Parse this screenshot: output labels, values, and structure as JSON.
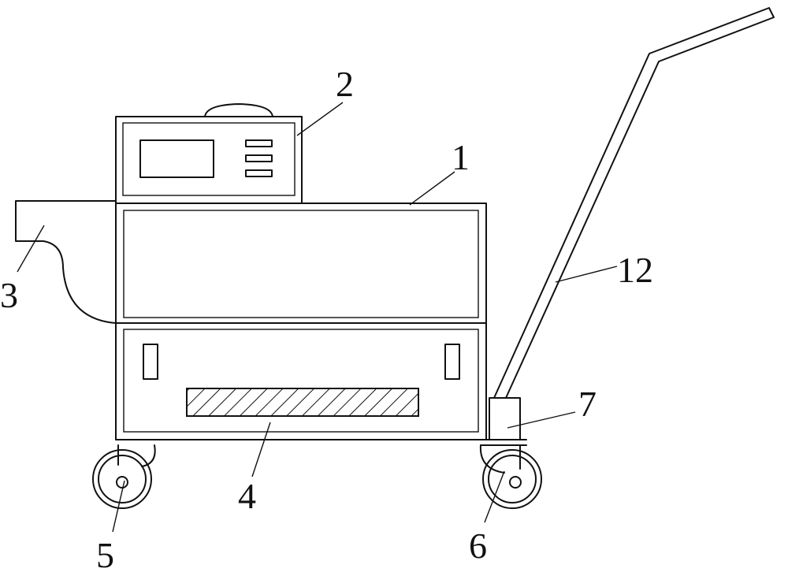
{
  "figure": {
    "labels": {
      "body": "1",
      "control_box": "2",
      "side_hopper": "3",
      "drawer": "4",
      "front_wheel": "5",
      "rear_wheel": "6",
      "sleeve": "7",
      "handle": "12"
    }
  }
}
